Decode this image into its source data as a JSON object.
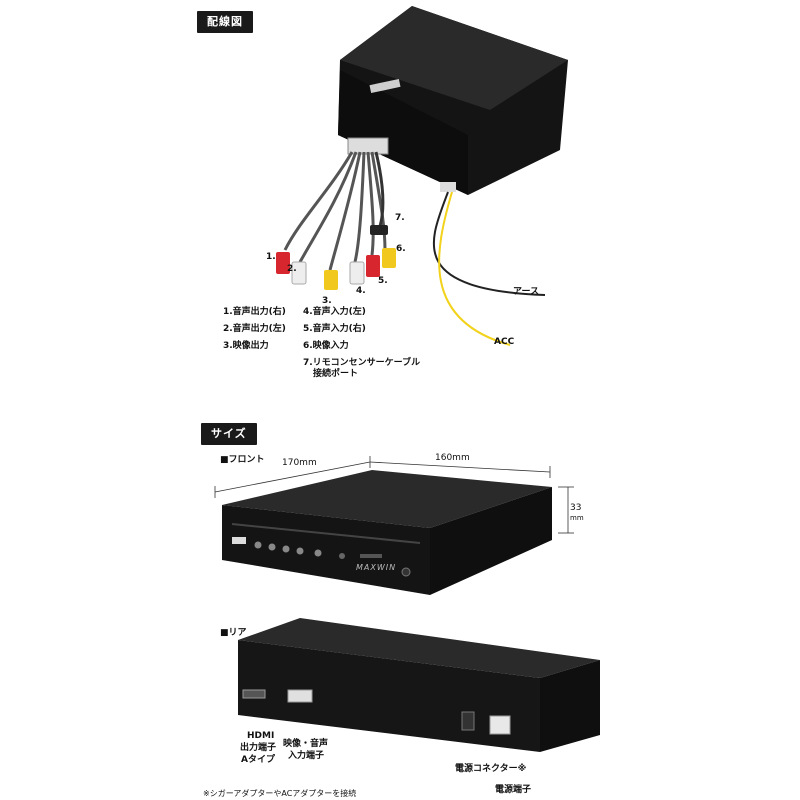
{
  "sections": {
    "wiring_tag": "配線図",
    "size_tag": "サイズ"
  },
  "wiring": {
    "numbers": [
      "1.",
      "2.",
      "3.",
      "4.",
      "5.",
      "6.",
      "7."
    ],
    "legend": [
      "1.音声出力(右)",
      "2.音声出力(左)",
      "3.映像出力",
      "4.音声入力(左)",
      "5.音声入力(右)",
      "6.映像入力",
      "7.リモコンセンサーケーブル",
      "接続ポート"
    ],
    "ground_label": "アース",
    "acc_label": "ACC"
  },
  "front": {
    "heading": "■フロント",
    "width_label": "170mm",
    "depth_label": "160mm",
    "height_num": "33",
    "height_unit": "mm",
    "brand": "MAXWIN"
  },
  "rear": {
    "heading": "■リア",
    "hdmi_l1": "HDMI",
    "hdmi_l2": "出力端子",
    "hdmi_l3": "Aタイプ",
    "av_l1": "映像・音声",
    "av_l2": "入力端子",
    "power_connector": "電源コネクター※",
    "power_terminal": "電源端子"
  },
  "footnote": "※シガーアダプターやACアダプターを接続",
  "colors": {
    "device_body": "#141414",
    "wire_yellow": "#f2d21a",
    "rca_red": "#d8262e",
    "rca_white": "#eeeeee",
    "rca_yellow": "#f0c81e",
    "tag_bg": "#1a1a1a"
  }
}
